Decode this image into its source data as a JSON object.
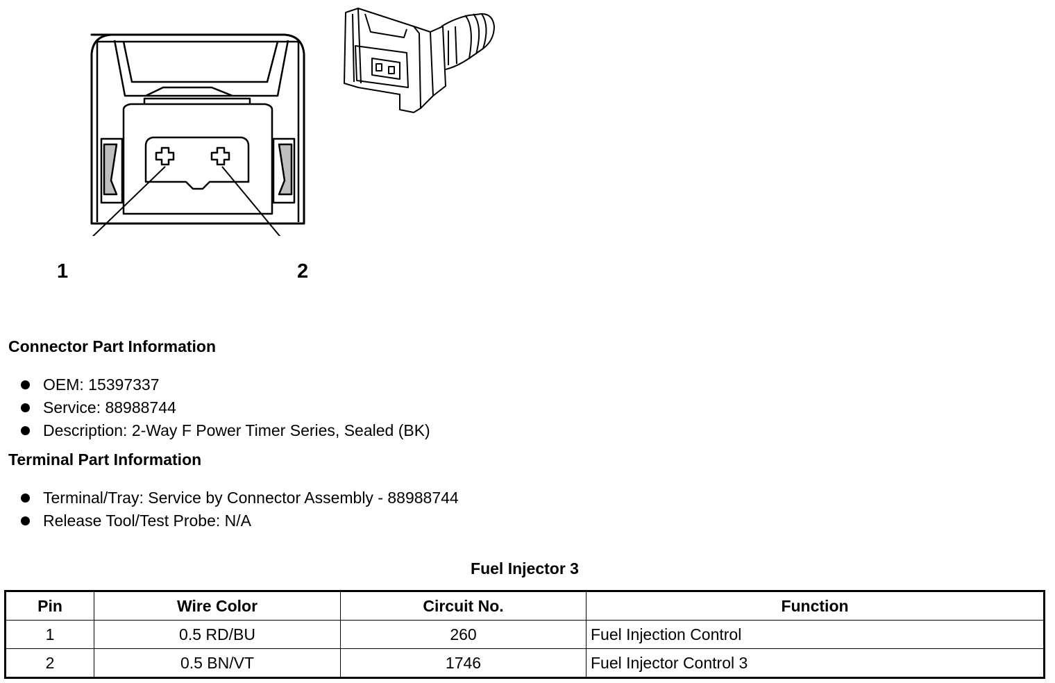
{
  "diagram": {
    "pin_labels": [
      "1",
      "2"
    ]
  },
  "connector_info": {
    "heading": "Connector Part Information",
    "items": [
      "OEM: 15397337",
      "Service: 88988744",
      "Description: 2-Way F Power Timer Series, Sealed (BK)"
    ]
  },
  "terminal_info": {
    "heading": "Terminal Part Information",
    "items": [
      "Terminal/Tray: Service by Connector Assembly - 88988744",
      "Release Tool/Test Probe: N/A"
    ]
  },
  "table": {
    "title": "Fuel Injector 3",
    "headers": [
      "Pin",
      "Wire Color",
      "Circuit No.",
      "Function"
    ],
    "rows": [
      [
        "1",
        "0.5 RD/BU",
        "260",
        "Fuel Injection Control"
      ],
      [
        "2",
        "0.5 BN/VT",
        "1746",
        "Fuel Injector Control 3"
      ]
    ]
  }
}
